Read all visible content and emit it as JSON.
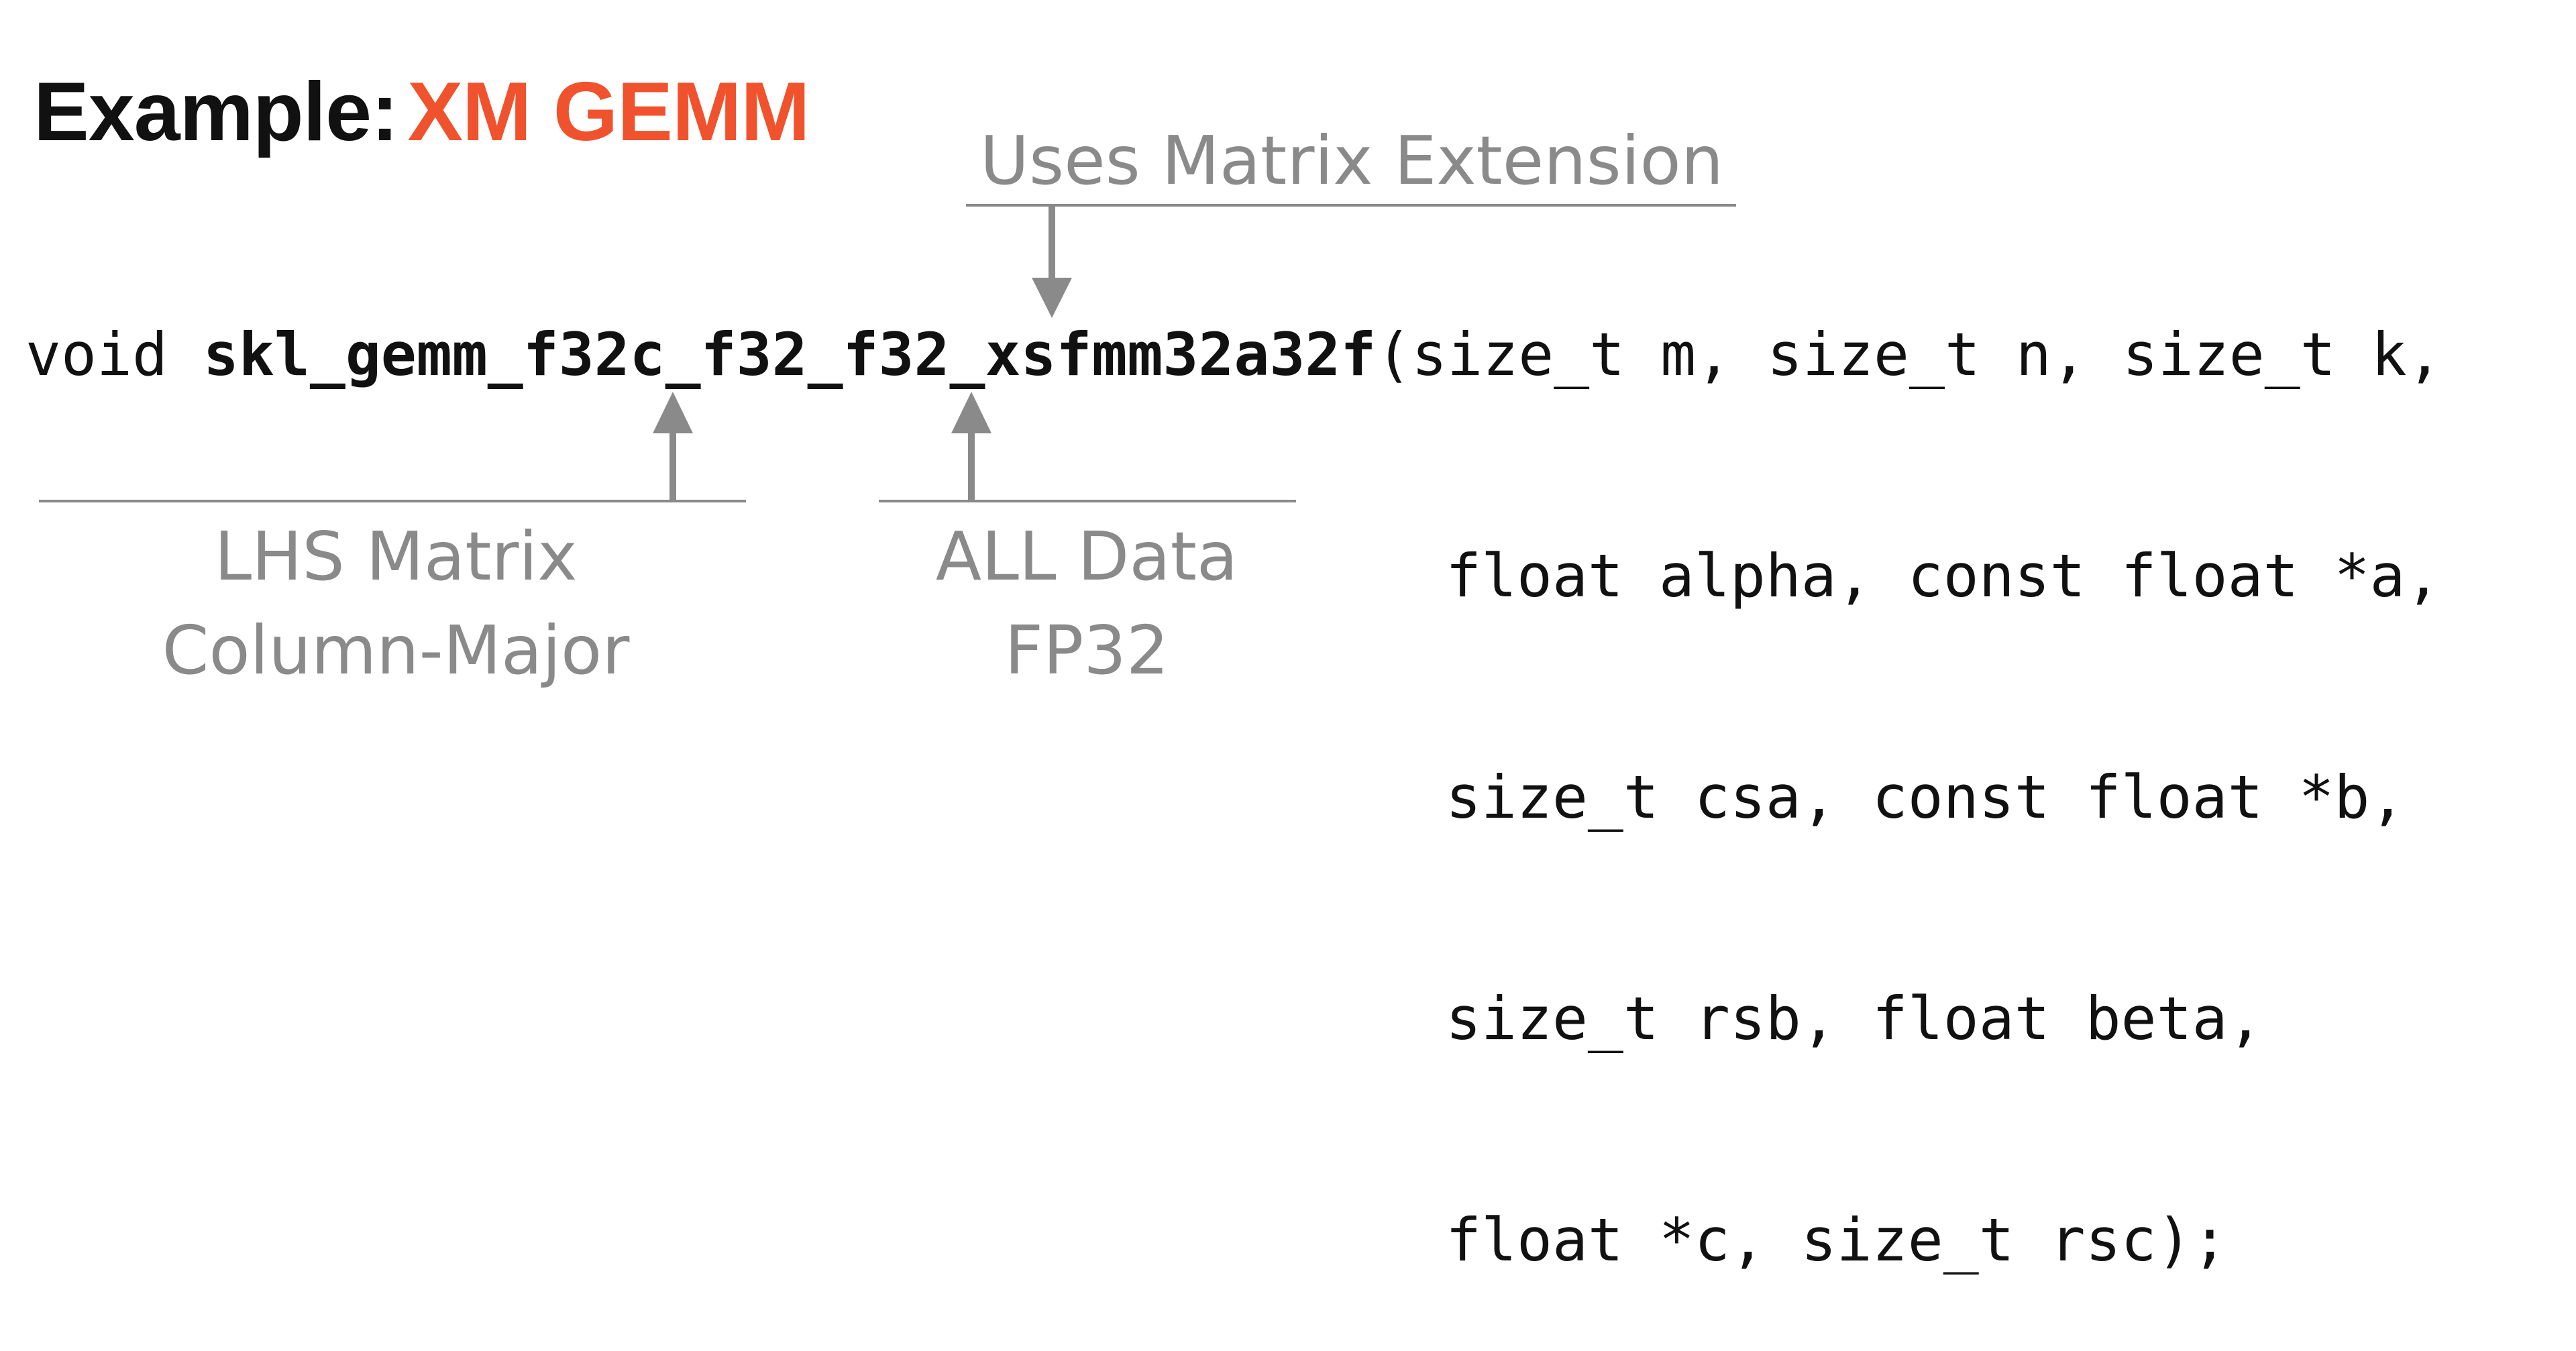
{
  "title": {
    "prefix": "Example:",
    "highlight": "XM GEMM"
  },
  "annotations": {
    "top": "Uses Matrix Extension",
    "lhs": [
      "LHS Matrix",
      "Column-Major"
    ],
    "data": [
      "ALL Data",
      "FP32"
    ]
  },
  "code": {
    "return_type": "void ",
    "function_name": "skl_gemm_f32c_f32_f32_xsfmm32a32f",
    "first_params": "(size_t m, size_t n, size_t k,",
    "params": [
      "float alpha, const float *a,",
      "size_t csa, const float *b,",
      "size_t rsb, float beta,",
      "float *c, size_t rsc);"
    ]
  },
  "colors": {
    "accent": "#F0522E",
    "annotation": "#8a8a8a",
    "code": "#111111"
  }
}
